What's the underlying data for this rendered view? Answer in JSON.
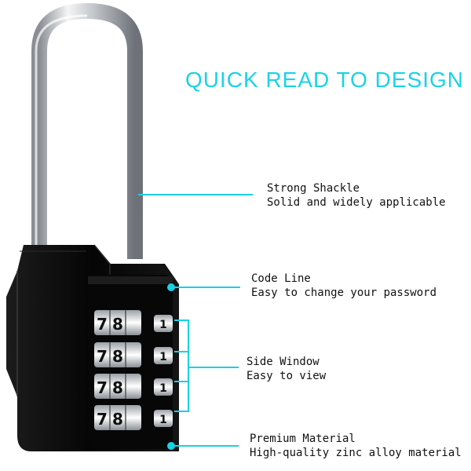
{
  "heading": "QUICK READ TO DESIGN",
  "colors": {
    "accent": "#1ad0e6",
    "lock_body": "#0b0b0b",
    "shackle": "#c9ccd0"
  },
  "dial_digits": [
    [
      "7",
      "8",
      "1"
    ],
    [
      "7",
      "8",
      "1"
    ],
    [
      "7",
      "8",
      "1"
    ],
    [
      "7",
      "8",
      "1"
    ]
  ],
  "callouts": [
    {
      "title": "Strong Shackle",
      "desc": "Solid and widely applicable"
    },
    {
      "title": "Code Line",
      "desc": "Easy to change your password"
    },
    {
      "title": "Side Window",
      "desc": "Easy to view"
    },
    {
      "title": "Premium Material",
      "desc": "High-quality zinc alloy material"
    }
  ]
}
